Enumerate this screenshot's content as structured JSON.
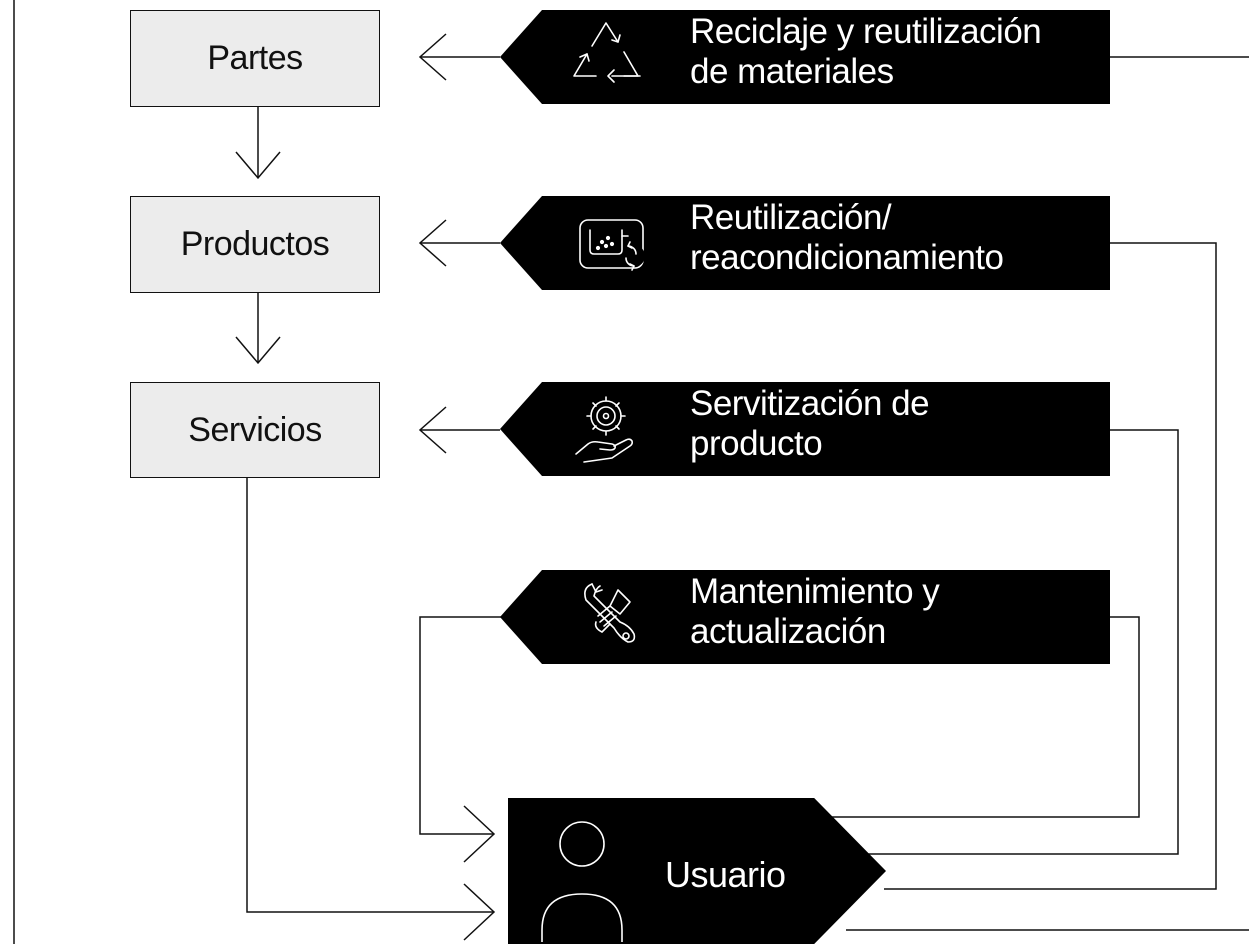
{
  "stages": {
    "partes": "Partes",
    "productos": "Productos",
    "servicios": "Servicios"
  },
  "strategies": {
    "recycling": {
      "line1": "Reciclaje y reutilización",
      "line2": "de materiales",
      "icon": "recycle-icon"
    },
    "reuse": {
      "line1": "Reutilización/",
      "line2": "reacondicionamiento",
      "icon": "reuse-refurbish-icon"
    },
    "servitization": {
      "line1": "Servitización de",
      "line2": "producto",
      "icon": "gear-hand-icon"
    },
    "maintenance": {
      "line1": "Mantenimiento y",
      "line2": "actualización",
      "icon": "wrench-hand-icon"
    }
  },
  "user": {
    "label": "Usuario",
    "icon": "user-icon"
  },
  "colors": {
    "banner": "#000000",
    "stage_fill": "#ececec",
    "line": "#111111"
  }
}
